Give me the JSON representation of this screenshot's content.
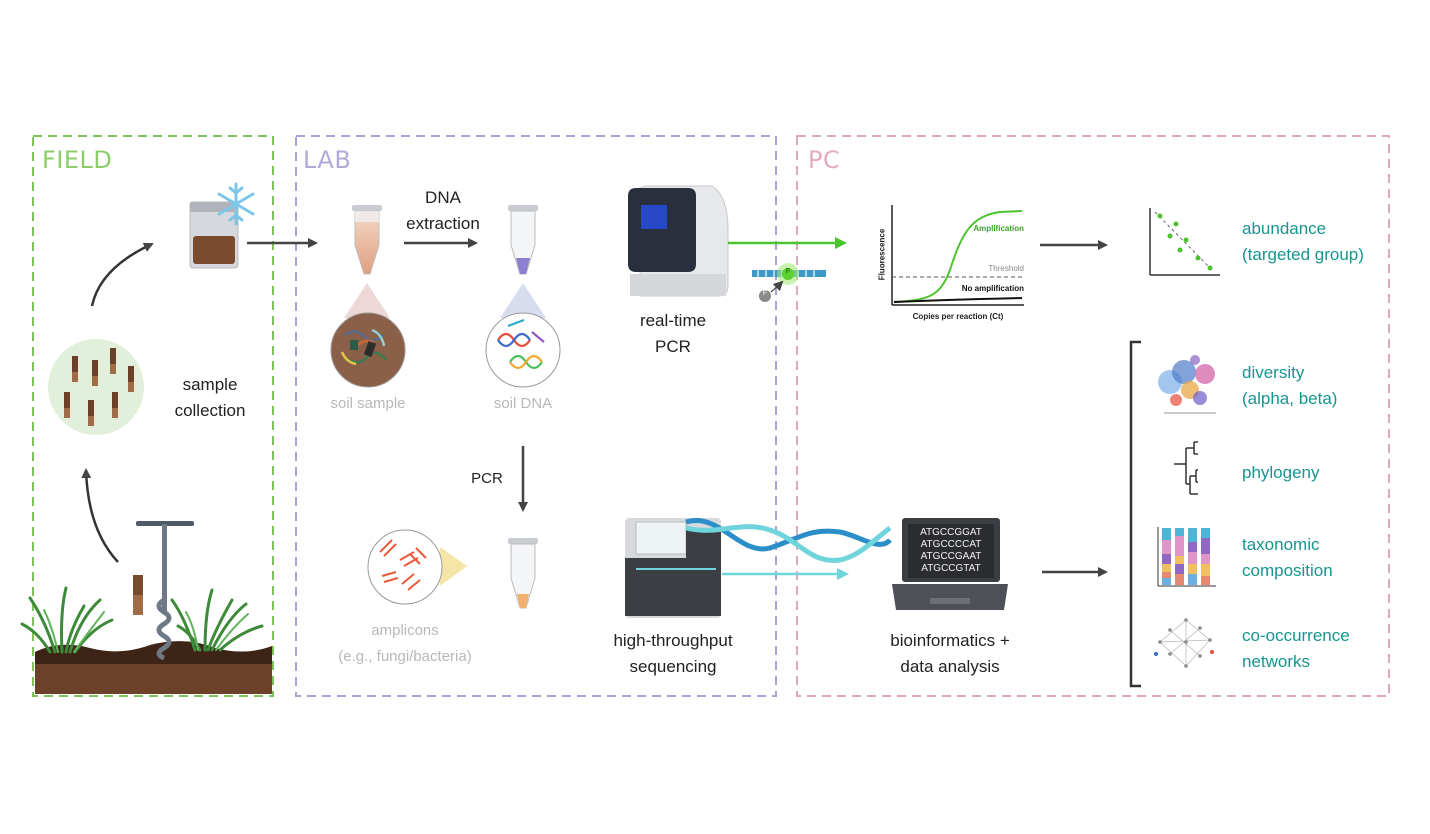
{
  "sections": {
    "field": {
      "title": "FIELD",
      "color": "#7fc45a"
    },
    "lab": {
      "title": "LAB",
      "color": "#a9a2d4"
    },
    "pc": {
      "title": "PC",
      "color": "#e0a8bf"
    }
  },
  "field": {
    "sample_collection": [
      "sample",
      "collection"
    ]
  },
  "lab": {
    "dna_extraction": [
      "DNA",
      "extraction"
    ],
    "soil_sample": "soil sample",
    "soil_dna": "soil DNA",
    "pcr": "PCR",
    "realtime_pcr": [
      "real-time",
      "PCR"
    ],
    "amplicons": [
      "amplicons",
      "(e.g., fungi/bacteria)"
    ],
    "hts": [
      "high-throughput",
      "sequencing"
    ]
  },
  "qpcr_chart": {
    "ylabel": "Fluorescence",
    "xlabel": "Copies per reaction (Ct)",
    "amplification": "Amplification",
    "threshold": "Threshold",
    "no_amplification": "No amplification",
    "probe_label": "F"
  },
  "pc": {
    "sequences": [
      "ATGCCGGAT",
      "ATGCCCCAT",
      "ATGCCGAAT",
      "ATGCCGTAT"
    ],
    "bioinformatics": [
      "bioinformatics +",
      "data analysis"
    ]
  },
  "outputs": {
    "abundance": [
      "abundance",
      "(targeted group)"
    ],
    "diversity": [
      "diversity",
      "(alpha, beta)"
    ],
    "phylogeny": [
      "phylogeny"
    ],
    "taxonomic": [
      "taxonomic",
      "composition"
    ],
    "cooccurrence": [
      "co-occurrence",
      "networks"
    ]
  },
  "colors": {
    "teal_text": "#17958f",
    "arrow": "#444444",
    "green_flow": "#4cc42f",
    "cyan_flow": "#6fd4dc",
    "soil": "#5c3a24"
  }
}
